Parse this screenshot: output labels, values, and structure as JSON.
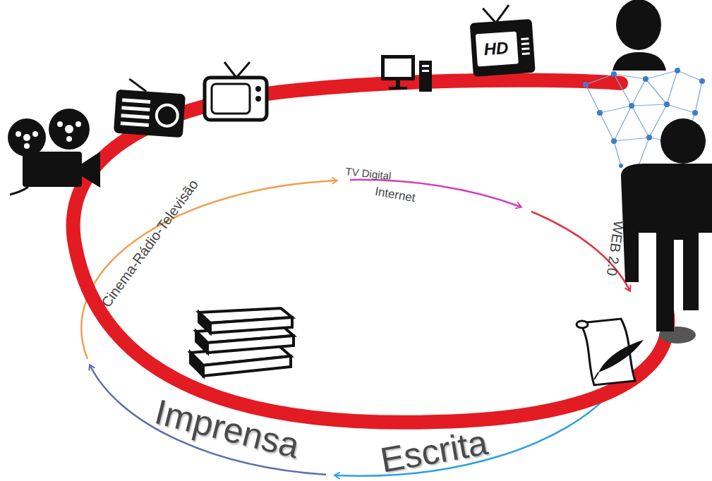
{
  "diagram": {
    "labels": [
      "Escrita",
      "Imprensa",
      "Cinema-Rádio-Televisão",
      "TV Digital",
      "Internet",
      "WEB 2.0",
      "HD"
    ]
  }
}
